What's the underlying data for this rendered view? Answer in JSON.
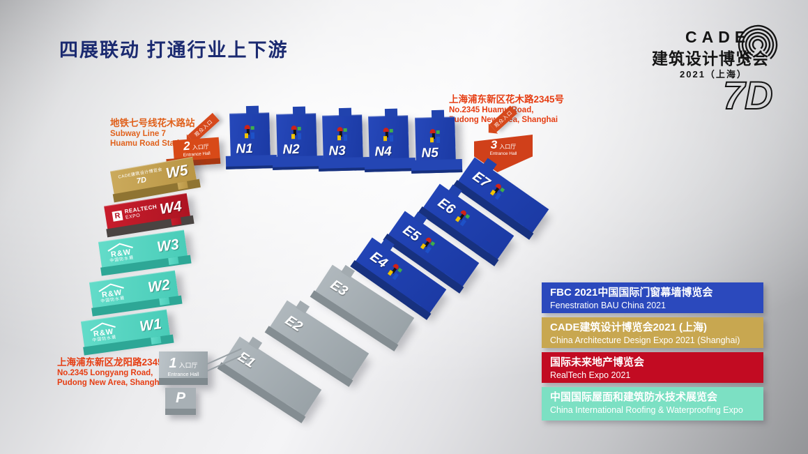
{
  "title": "四展联动 打通行业上下游",
  "brand": {
    "name": "CADE",
    "cn": "建筑设计博览会",
    "year": "2021（上海）",
    "mark": "7D"
  },
  "notes": {
    "subway_cn": "地铁七号线花木路站",
    "subway_en1": "Subway Line 7",
    "subway_en2": "Huamu Road Station",
    "huamu_cn": "上海浦东新区花木路2345号",
    "huamu_en1": "No.2345 Huamu Road,",
    "huamu_en2": "Pudong New Area, Shanghai",
    "longyang_cn": "上海浦东新区龙阳路2345号",
    "longyang_en1": "No.2345 Longyang Road,",
    "longyang_en2": "Pudong New Area, Shanghai"
  },
  "entrances": {
    "e1_num": "1",
    "e1_cn": "入口厅",
    "e1_en": "Entrance Hall",
    "e2_num": "2",
    "e2_cn": "入口厅",
    "e2_en": "Entrance Hall",
    "e3_num": "3",
    "e3_cn": "入口厅",
    "e3_en": "Entrance Hall",
    "visitor_arrow": "观众入口",
    "parking": "P"
  },
  "halls": {
    "n1": "N1",
    "n2": "N2",
    "n3": "N3",
    "n4": "N4",
    "n5": "N5",
    "e1": "E1",
    "e2": "E2",
    "e3": "E3",
    "e4": "E4",
    "e5": "E5",
    "e6": "E6",
    "e7": "E7",
    "w1": "W1",
    "w2": "W2",
    "w3": "W3",
    "w4": "W4",
    "w5": "W5"
  },
  "brands": {
    "rw_name": "R&W",
    "rw_sub": "中国防水展",
    "realtech_r": "R",
    "realtech_1": "REALTECH",
    "realtech_2": "EXPO",
    "cade_small_1": "CADE建筑设计博览会",
    "cade_small_2": "7D"
  },
  "legend": [
    {
      "cn": "FBC 2021中国国际门窗幕墙博览会",
      "en": "Fenestration BAU China 2021",
      "color": "#2b49bd"
    },
    {
      "cn": "CADE建筑设计博览会2021 (上海)",
      "en": "China Architecture Design Expo 2021 (Shanghai)",
      "color": "#c8a750"
    },
    {
      "cn": "国际未来地产博览会",
      "en": "RealTech Expo 2021",
      "color": "#c20b22"
    },
    {
      "cn": "中国国际屋面和建筑防水技术展览会",
      "en": "China International Roofing & Waterproofing Expo",
      "color": "#7ce0c3"
    }
  ]
}
